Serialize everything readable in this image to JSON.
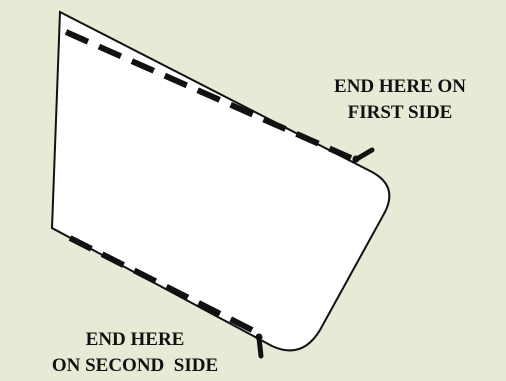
{
  "colors": {
    "background": "#e6ebd6",
    "panel_fill": "#ffffff",
    "outline": "#111111",
    "text": "#111111"
  },
  "labels": {
    "first_side": {
      "line1": "END HERE ON",
      "line2": "FIRST SIDE"
    },
    "second_side": {
      "line1": "END HERE",
      "line2": "ON SECOND  SIDE"
    }
  },
  "icons": {
    "stitch_end_marker": "short-stroke-tick",
    "stitch_line": "dashed-line"
  }
}
